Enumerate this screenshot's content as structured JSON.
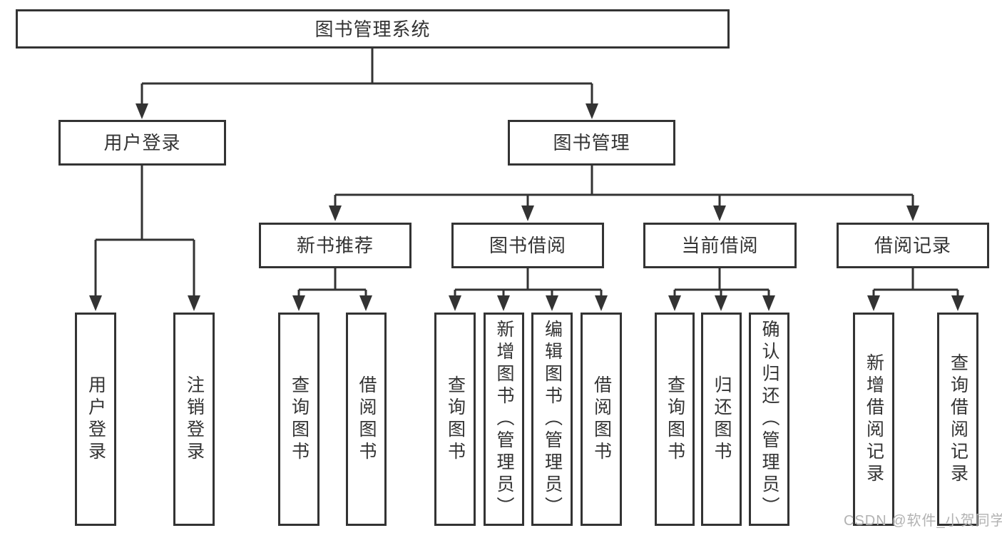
{
  "tree": {
    "label": "图书管理系统",
    "children": [
      {
        "label": "用户登录",
        "children": [
          {
            "label": "用户登录"
          },
          {
            "label": "注销登录"
          }
        ]
      },
      {
        "label": "图书管理",
        "children": [
          {
            "label": "新书推荐",
            "children": [
              {
                "label": "查询图书"
              },
              {
                "label": "借阅图书"
              }
            ]
          },
          {
            "label": "图书借阅",
            "children": [
              {
                "label": "查询图书"
              },
              {
                "label": "新增图书（管理员）"
              },
              {
                "label": "编辑图书（管理员）"
              },
              {
                "label": "借阅图书"
              }
            ]
          },
          {
            "label": "当前借阅",
            "children": [
              {
                "label": "查询图书"
              },
              {
                "label": "归还图书"
              },
              {
                "label": "确认归还（管理员）"
              }
            ]
          },
          {
            "label": "借阅记录",
            "children": [
              {
                "label": "新增借阅记录"
              },
              {
                "label": "查询借阅记录"
              }
            ]
          }
        ]
      }
    ]
  },
  "watermark": {
    "text": "CSDN @软件_小贺同学"
  },
  "colors": {
    "line": "#333333",
    "text": "#333333",
    "background": "#ffffff",
    "watermark": "#b2b2b2"
  }
}
